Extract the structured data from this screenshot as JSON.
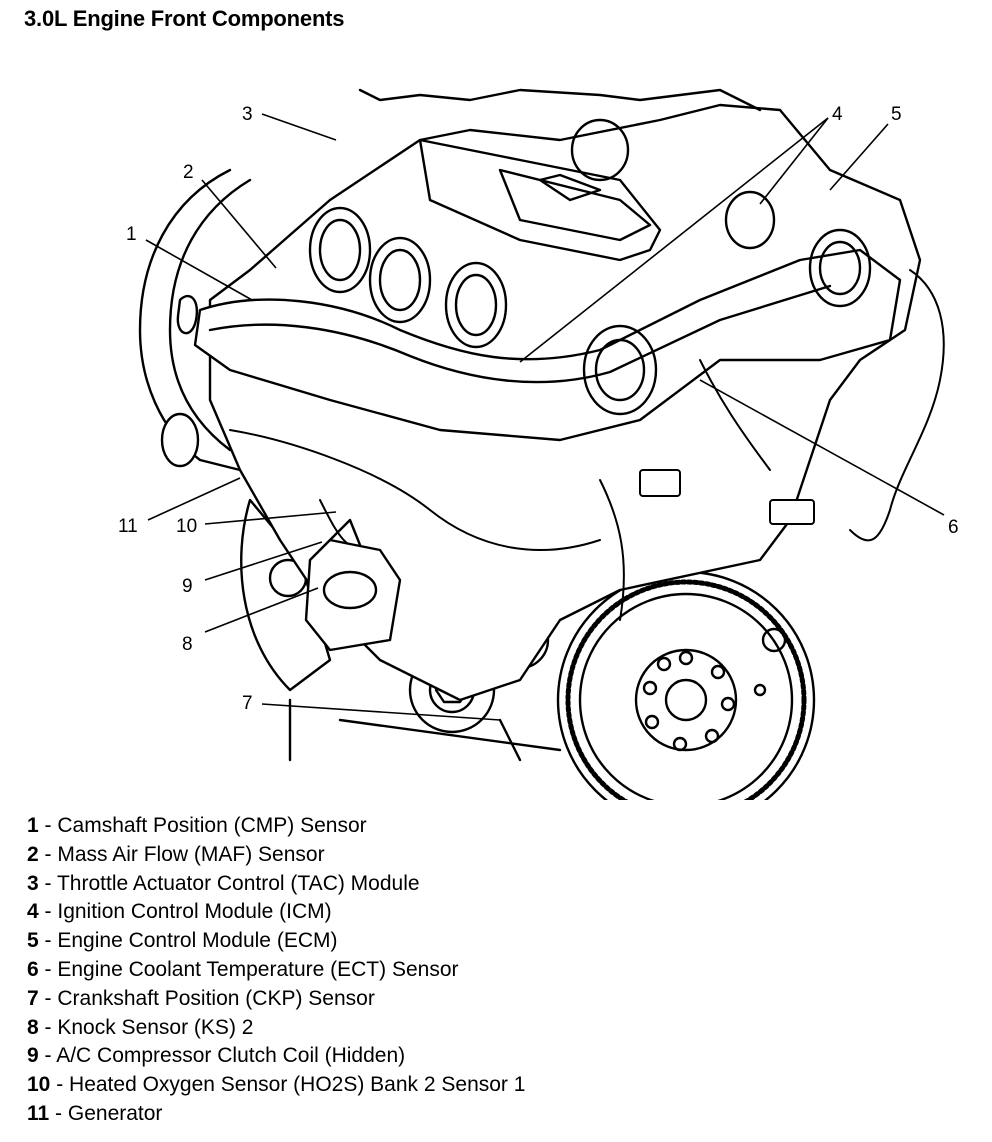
{
  "title": "3.0L Engine Front Components",
  "callouts": [
    "1",
    "2",
    "3",
    "4",
    "5",
    "6",
    "7",
    "8",
    "9",
    "10",
    "11"
  ],
  "legend": [
    {
      "num": "1",
      "sep": " - ",
      "text": "Camshaft Position (CMP) Sensor"
    },
    {
      "num": "2",
      "sep": " - ",
      "text": "Mass Air Flow (MAF) Sensor"
    },
    {
      "num": "3",
      "sep": " - ",
      "text": "Throttle Actuator Control (TAC) Module"
    },
    {
      "num": "4",
      "sep": " - ",
      "text": "Ignition Control Module (ICM)"
    },
    {
      "num": "5",
      "sep": " - ",
      "text": "Engine Control Module (ECM)"
    },
    {
      "num": "6",
      "sep": " - ",
      "text": "Engine Coolant Temperature (ECT) Sensor"
    },
    {
      "num": "7",
      "sep": " - ",
      "text": "Crankshaft Position (CKP) Sensor"
    },
    {
      "num": "8",
      "sep": " - ",
      "text": "Knock Sensor (KS) 2"
    },
    {
      "num": "9",
      "sep": " - ",
      "text": "A/C Compressor Clutch Coil (Hidden)"
    },
    {
      "num": "10",
      "sep": " - ",
      "text": "Heated Oxygen Sensor (HO2S) Bank 2 Sensor 1"
    },
    {
      "num": "11",
      "sep": " - ",
      "text": "Generator"
    }
  ]
}
